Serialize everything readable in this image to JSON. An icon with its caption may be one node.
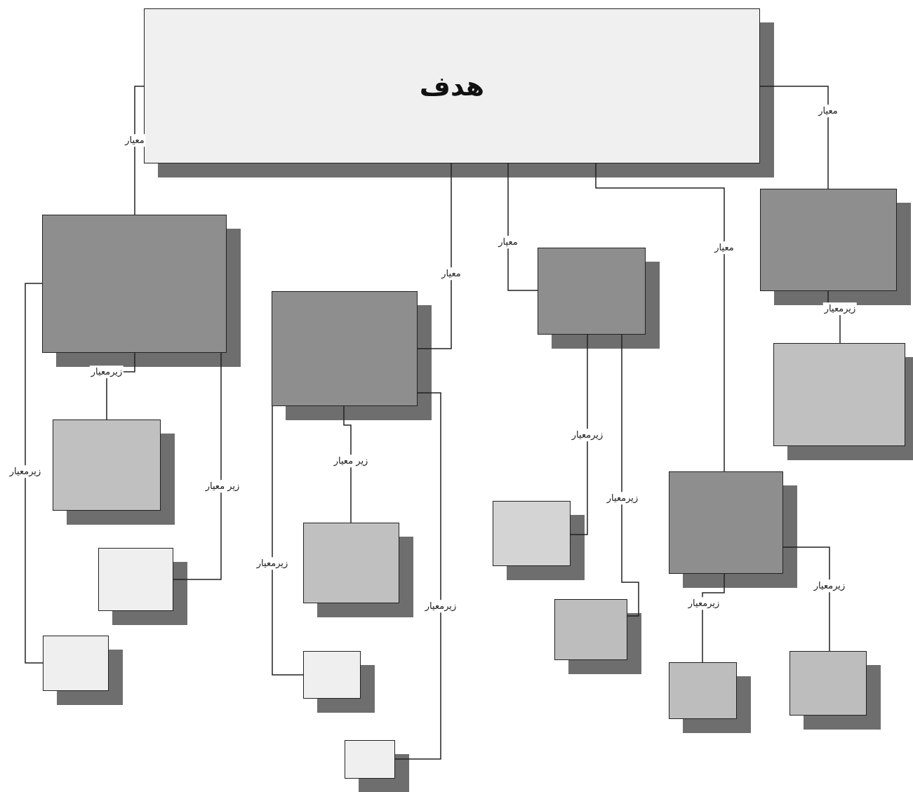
{
  "diagram": {
    "nodes": [
      {
        "text": [
          "هدف"
        ]
      },
      {
        "text": [],
        "shape": "box"
      },
      {
        "text": [],
        "shape": "box"
      },
      {
        "text": [],
        "shape": "box"
      },
      {
        "text": [],
        "shape": "box"
      },
      {
        "text": [],
        "shape": "box"
      },
      {
        "text": [],
        "shape": "box"
      },
      {
        "text": [],
        "shape": "box"
      },
      {
        "text": [],
        "shape": "box"
      },
      {
        "text": [],
        "shape": "box"
      },
      {
        "text": [],
        "shape": "box"
      },
      {
        "text": [],
        "shape": "box"
      },
      {
        "text": [],
        "shape": "box"
      },
      {
        "text": [],
        "shape": "box"
      },
      {
        "text": [],
        "shape": "box"
      },
      {
        "text": [],
        "shape": "box"
      },
      {
        "text": [],
        "shape": "box"
      }
    ],
    "edges": [
      {
        "from": 0,
        "to": 1,
        "arrow": "none",
        "label": "معیار"
      },
      {
        "from": 0,
        "to": 2,
        "arrow": "none",
        "label": "معیار"
      },
      {
        "from": 0,
        "to": 3,
        "arrow": "none",
        "label": "معیار"
      },
      {
        "from": 0,
        "to": 4,
        "arrow": "none",
        "label": "معیار"
      },
      {
        "from": 0,
        "to": 5,
        "arrow": "none",
        "label": "معیار"
      },
      {
        "from": 1,
        "to": 6,
        "arrow": "none",
        "label": "زیرمعیار"
      },
      {
        "from": 1,
        "to": 7,
        "arrow": "none",
        "label": "زیر معیار"
      },
      {
        "from": 1,
        "to": 8,
        "arrow": "none",
        "label": "زیرمعیار"
      },
      {
        "from": 2,
        "to": 9,
        "arrow": "none",
        "label": "زیر معیار"
      },
      {
        "from": 2,
        "to": 10,
        "arrow": "none",
        "label": "زیرمعیار"
      },
      {
        "from": 2,
        "to": 11,
        "arrow": "none",
        "label": "زیرمعیار"
      },
      {
        "from": 3,
        "to": 12,
        "arrow": "none",
        "label": "زیرمعیار"
      },
      {
        "from": 3,
        "to": 13,
        "arrow": "none",
        "label": "زیرمعیار"
      },
      {
        "from": 4,
        "to": 14,
        "arrow": "none",
        "label": "زیرمعیار"
      },
      {
        "from": 5,
        "to": 15,
        "arrow": "none",
        "label": "زیرمعیار"
      },
      {
        "from": 5,
        "to": 16,
        "arrow": "none",
        "label": "زیرمعیار"
      }
    ]
  }
}
